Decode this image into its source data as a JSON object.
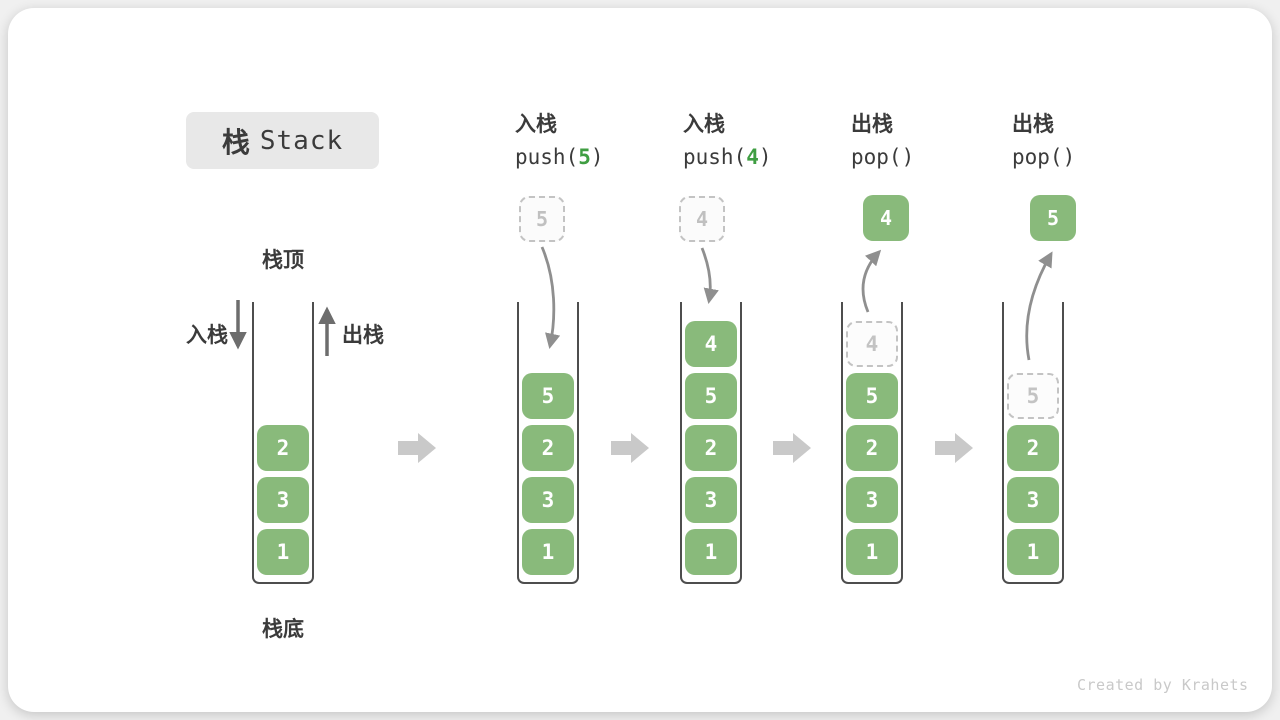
{
  "title": {
    "zh": "栈",
    "en": "Stack"
  },
  "initial_stack_labels": {
    "top": "栈顶",
    "bottom": "栈底",
    "push_arrow": "入栈",
    "pop_arrow": "出栈"
  },
  "columns": [
    {
      "name": "initial-state",
      "items": [
        "2",
        "3",
        "1"
      ]
    },
    {
      "name": "push-5",
      "op_label": "入栈",
      "code": {
        "pre": "push(",
        "value": "5",
        "post": ")"
      },
      "floating_value": "5",
      "floating_style": "ghost",
      "items": [
        "5",
        "2",
        "3",
        "1"
      ]
    },
    {
      "name": "push-4",
      "op_label": "入栈",
      "code": {
        "pre": "push(",
        "value": "4",
        "post": ")"
      },
      "floating_value": "4",
      "floating_style": "ghost",
      "items": [
        "4",
        "5",
        "2",
        "3",
        "1"
      ]
    },
    {
      "name": "pop-4",
      "op_label": "出栈",
      "code": {
        "pre": "pop(",
        "value": "",
        "post": ")"
      },
      "floating_value": "4",
      "floating_style": "solid",
      "ghost_in_stack": "4",
      "items": [
        "5",
        "2",
        "3",
        "1"
      ]
    },
    {
      "name": "pop-5",
      "op_label": "出栈",
      "code": {
        "pre": "pop(",
        "value": "",
        "post": ")"
      },
      "floating_value": "5",
      "floating_style": "solid",
      "ghost_in_stack": "5",
      "items": [
        "2",
        "3",
        "1"
      ]
    }
  ],
  "watermark": "Created by Krahets",
  "colors": {
    "block_green": "#89ba7b",
    "accent_green": "#3f9e42",
    "text_dark": "#3b3b3b",
    "ghost_gray": "#c3c3c3",
    "flow_arrow_gray": "#c9c9c9",
    "curve_arrow_gray": "#8f8f8f",
    "title_bg": "#e8e8e8"
  }
}
